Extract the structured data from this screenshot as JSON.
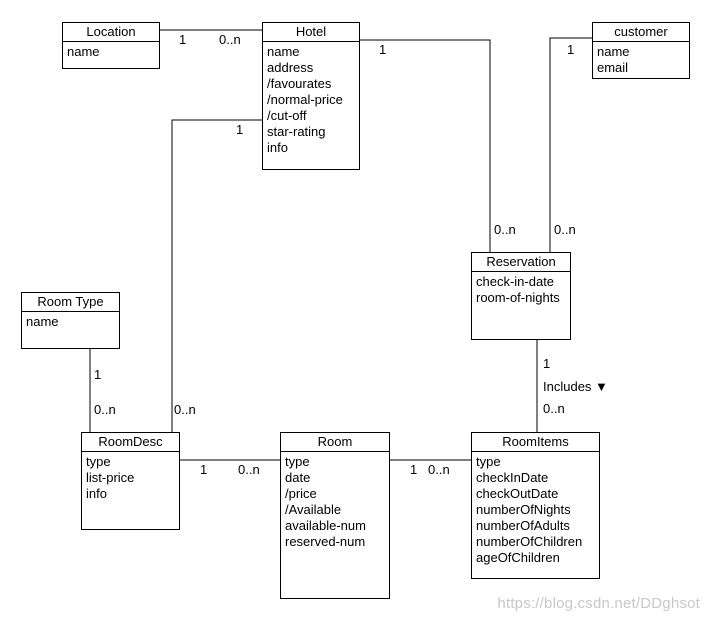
{
  "classes": {
    "location": {
      "name": "Location",
      "attrs": [
        "name"
      ]
    },
    "hotel": {
      "name": "Hotel",
      "attrs": [
        "name",
        "address",
        "/favourates",
        "/normal-price",
        "/cut-off",
        "star-rating",
        "info"
      ]
    },
    "customer": {
      "name": "customer",
      "attrs": [
        "name",
        "email"
      ]
    },
    "reservation": {
      "name": "Reservation",
      "attrs": [
        "check-in-date",
        "room-of-nights"
      ]
    },
    "roomtype": {
      "name": "Room Type",
      "attrs": [
        "name"
      ]
    },
    "roomdesc": {
      "name": "RoomDesc",
      "attrs": [
        "type",
        "list-price",
        "info"
      ]
    },
    "room": {
      "name": "Room",
      "attrs": [
        "type",
        "date",
        "/price",
        "/Available",
        "available-num",
        "reserved-num"
      ]
    },
    "roomitems": {
      "name": "RoomItems",
      "attrs": [
        "type",
        "checkInDate",
        "checkOutDate",
        "numberOfNights",
        "numberOfAdults",
        "numberOfChildren",
        "ageOfChildren"
      ]
    }
  },
  "associations": {
    "location_hotel": {
      "location_end": "1",
      "hotel_end": "0..n"
    },
    "hotel_reservation": {
      "hotel_end": "1",
      "reservation_end": "0..n"
    },
    "customer_reservation": {
      "customer_end": "1",
      "reservation_end": "0..n"
    },
    "hotel_roomdesc": {
      "hotel_end": "1",
      "roomdesc_end": "0..n"
    },
    "roomtype_roomdesc": {
      "roomtype_end": "1",
      "roomdesc_end": "0..n"
    },
    "roomdesc_room": {
      "roomdesc_end": "1",
      "room_end": "0..n"
    },
    "room_roomitems": {
      "room_end": "1",
      "roomitems_end": "0..n"
    },
    "reservation_roomitems": {
      "reservation_end": "1",
      "roomitems_end": "0..n",
      "name": "Includes ▼"
    }
  },
  "watermark": "https://blog.csdn.net/DDghsot"
}
